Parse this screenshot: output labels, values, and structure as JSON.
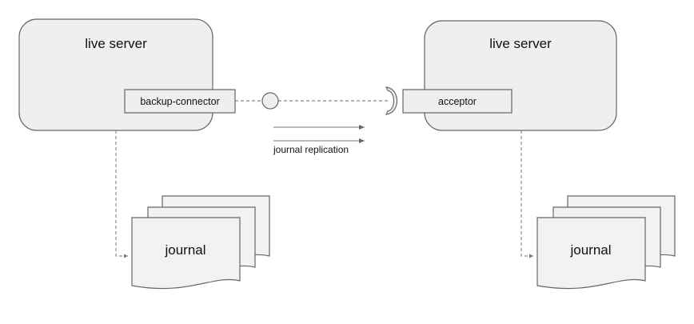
{
  "left_server": {
    "title": "live server",
    "connector_label": "backup-connector"
  },
  "right_server": {
    "title": "live server",
    "acceptor_label": "acceptor"
  },
  "replication_label": "journal replication",
  "left_journal_label": "journal",
  "right_journal_label": "journal",
  "colors": {
    "box_fill": "#efefef",
    "stroke": "#555555",
    "page_fill": "#f2f2f2"
  }
}
